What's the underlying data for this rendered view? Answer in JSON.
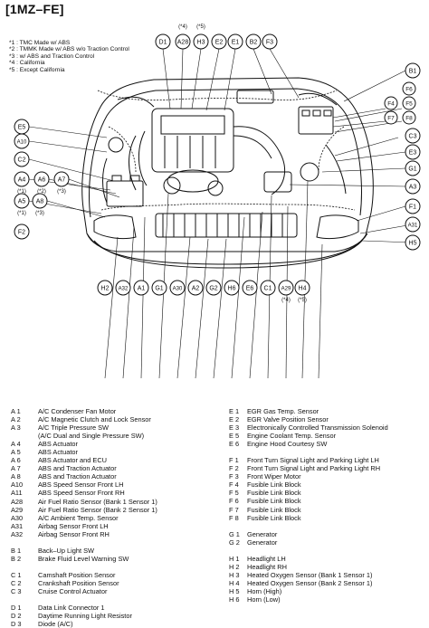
{
  "title": "[1MZ–FE]",
  "notes": [
    "*1 : TMC Made w/ ABS",
    "*2 : TMMK Made w/ ABS w/o Traction Control",
    "*3 : w/ ABS and Traction Control",
    "*4 : California",
    "*5 : Except California"
  ],
  "callouts": {
    "D1": "D1",
    "A28": "A28",
    "H3": "H3",
    "E2": "E2",
    "E1": "E1",
    "B2": "B2",
    "F3": "F3",
    "A29_top_note": "(*4)",
    "H3_top_note": "(*5)",
    "B1": "B1",
    "E5": "E5",
    "A10": "A10",
    "C2": "C2",
    "A4": "A4",
    "A6": "A6",
    "A7": "A7",
    "A4_note": "(*1)",
    "A6_note": "(*2)",
    "A7_note": "(*3)",
    "A5": "A5",
    "A8": "A8",
    "A5_note": "(*1)",
    "A8_note": "(*3)",
    "F2": "F2",
    "F4": "F4",
    "F5": "F5",
    "F6": "F6",
    "F7": "F7",
    "F8": "F8",
    "C3": "C3",
    "E3": "E3",
    "G1r": "G1",
    "A3": "A3",
    "F1": "F1",
    "A31": "A31",
    "H5": "H5",
    "H2": "H2",
    "A32": "A32",
    "A1": "A1",
    "G1": "G1",
    "A30": "A30",
    "A2": "A2",
    "G2": "G2",
    "H6": "H6",
    "E6": "E6",
    "C1": "C1",
    "A29": "A29",
    "H4": "H4",
    "A29_note": "(*4)",
    "H4_note": "(*5)"
  },
  "legend_left": [
    {
      "code": "A  1",
      "text": "A/C Condenser Fan Motor"
    },
    {
      "code": "A  2",
      "text": "A/C Magnetic Clutch and Lock Sensor"
    },
    {
      "code": "A  3",
      "text": "A/C Triple Pressure SW"
    },
    {
      "code": "",
      "text": "(A/C Dual and Single Pressure SW)"
    },
    {
      "code": "A  4",
      "text": "ABS Actuator"
    },
    {
      "code": "A  5",
      "text": "ABS Actuator"
    },
    {
      "code": "A  6",
      "text": "ABS Actuator and ECU"
    },
    {
      "code": "A  7",
      "text": "ABS and Traction Actuator"
    },
    {
      "code": "A  8",
      "text": "ABS and Traction Actuator"
    },
    {
      "code": "A10",
      "text": "ABS Speed Sensor Front LH"
    },
    {
      "code": "A11",
      "text": "ABS Speed Sensor Front RH"
    },
    {
      "code": "A28",
      "text": "Air Fuel Ratio Sensor (Bank 1 Sensor 1)"
    },
    {
      "code": "A29",
      "text": "Air Fuel Ratio Sensor (Bank 2 Sensor 1)"
    },
    {
      "code": "A30",
      "text": "A/C Ambient Temp. Sensor"
    },
    {
      "code": "A31",
      "text": "Airbag Sensor Front LH"
    },
    {
      "code": "A32",
      "text": "Airbag Sensor Front RH"
    },
    {
      "code": "",
      "text": ""
    },
    {
      "code": "B  1",
      "text": "Back–Up Light SW"
    },
    {
      "code": "B  2",
      "text": "Brake Fluid Level Warning SW"
    },
    {
      "code": "",
      "text": ""
    },
    {
      "code": "C  1",
      "text": "Camshaft Position Sensor"
    },
    {
      "code": "C  2",
      "text": "Crankshaft Position Sensor"
    },
    {
      "code": "C  3",
      "text": "Cruise Control Actuator"
    },
    {
      "code": "",
      "text": ""
    },
    {
      "code": "D  1",
      "text": "Data Link Connector 1"
    },
    {
      "code": "D  2",
      "text": "Daytime Running Light Resistor"
    },
    {
      "code": "D  3",
      "text": "Diode (A/C)"
    }
  ],
  "legend_right": [
    {
      "code": "E  1",
      "text": "EGR Gas Temp. Sensor"
    },
    {
      "code": "E  2",
      "text": "EGR Valve Position Sensor"
    },
    {
      "code": "E  3",
      "text": "Electronically Controlled Transmission Solenoid"
    },
    {
      "code": "E  5",
      "text": "Engine Coolant Temp. Sensor"
    },
    {
      "code": "E  6",
      "text": "Engine Hood Courtesy SW"
    },
    {
      "code": "",
      "text": ""
    },
    {
      "code": "F  1",
      "text": "Front Turn Signal Light and Parking Light LH"
    },
    {
      "code": "F  2",
      "text": "Front Turn Signal Light and Parking Light RH"
    },
    {
      "code": "F  3",
      "text": "Front Wiper Motor"
    },
    {
      "code": "F  4",
      "text": "Fusible Link Block"
    },
    {
      "code": "F  5",
      "text": "Fusible Link Block"
    },
    {
      "code": "F  6",
      "text": "Fusible Link Block"
    },
    {
      "code": "F  7",
      "text": "Fusible Link Block"
    },
    {
      "code": "F  8",
      "text": "Fusible Link Block"
    },
    {
      "code": "",
      "text": ""
    },
    {
      "code": "G  1",
      "text": "Generator"
    },
    {
      "code": "G  2",
      "text": "Generator"
    },
    {
      "code": "",
      "text": ""
    },
    {
      "code": "H  1",
      "text": "Headlight LH"
    },
    {
      "code": "H  2",
      "text": "Headlight RH"
    },
    {
      "code": "H  3",
      "text": "Heated Oxygen Sensor (Bank 1 Sensor 1)"
    },
    {
      "code": "H  4",
      "text": "Heated Oxygen Sensor (Bank 2 Sensor 1)"
    },
    {
      "code": "H  5",
      "text": "Horn (High)"
    },
    {
      "code": "H  6",
      "text": "Horn (Low)"
    }
  ]
}
